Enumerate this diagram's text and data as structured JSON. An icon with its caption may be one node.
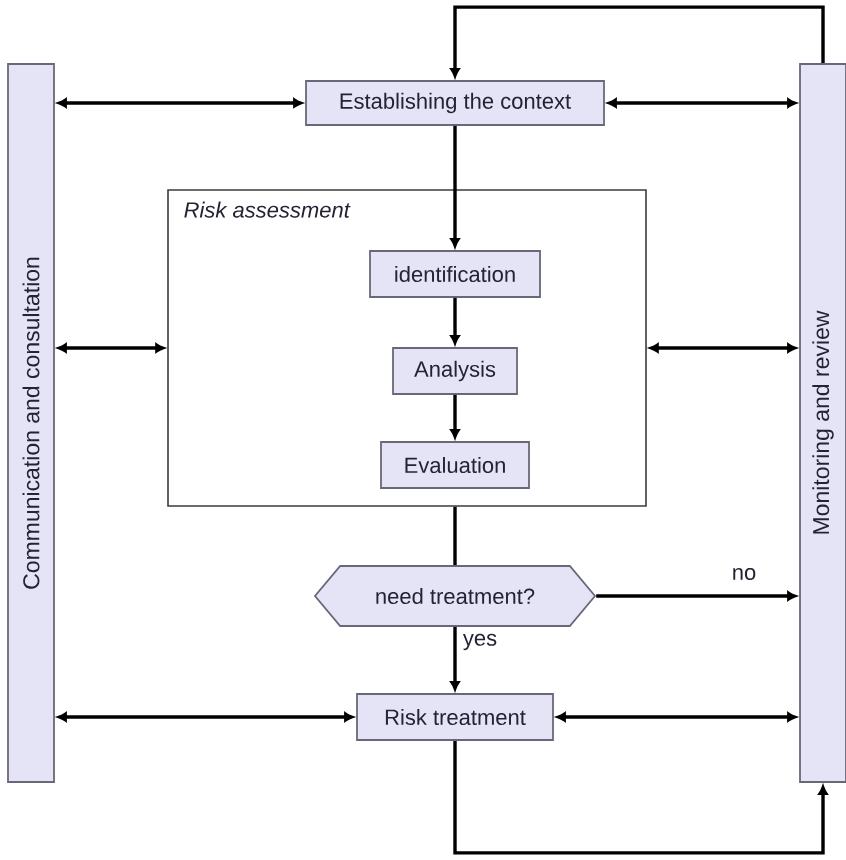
{
  "diagram": {
    "nodes": [
      {
        "text": [
          "Communication and consultation"
        ]
      },
      {
        "text": [
          "Monitoring and review"
        ]
      },
      {
        "text": [
          "Establishing the context"
        ]
      },
      {
        "text": [
          "Risk assessment"
        ]
      },
      {
        "text": [
          "identification"
        ],
        "in": 3
      },
      {
        "text": [
          "Analysis"
        ],
        "in": 3
      },
      {
        "text": [
          "Evaluation"
        ],
        "in": 3
      },
      {
        "text": [
          "need treatment?"
        ]
      },
      {
        "text": [
          "Risk treatment"
        ]
      }
    ],
    "edges": [
      {
        "from": 0,
        "to": 2,
        "arrow": "both"
      },
      {
        "from": 2,
        "to": 1,
        "arrow": "both"
      },
      {
        "from": 1,
        "to": 2,
        "arrow": "to"
      },
      {
        "from": 2,
        "to": 4,
        "arrow": "to"
      },
      {
        "from": 0,
        "to": 3,
        "arrow": "both"
      },
      {
        "from": 3,
        "to": 1,
        "arrow": "both"
      },
      {
        "from": 4,
        "to": 5,
        "arrow": "to"
      },
      {
        "from": 5,
        "to": 6,
        "arrow": "to"
      },
      {
        "from": 3,
        "to": 7,
        "arrow": "none"
      },
      {
        "from": 7,
        "to": 1,
        "arrow": "to",
        "label": "no"
      },
      {
        "from": 7,
        "to": 8,
        "arrow": "to",
        "label": "yes"
      },
      {
        "from": 0,
        "to": 8,
        "arrow": "both"
      },
      {
        "from": 8,
        "to": 1,
        "arrow": "both"
      },
      {
        "from": 8,
        "to": 1,
        "arrow": "to"
      }
    ]
  }
}
